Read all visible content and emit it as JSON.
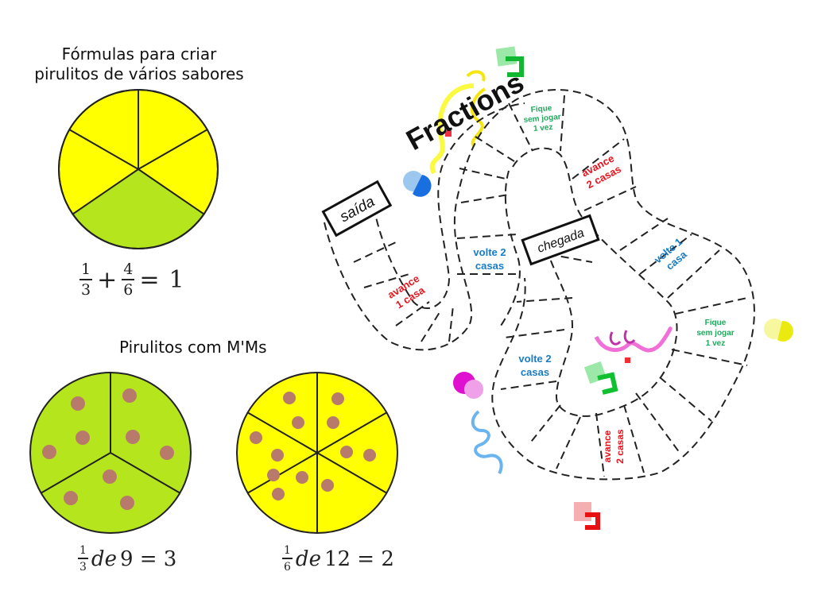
{
  "left": {
    "heading_top": {
      "line1": "Fórmulas para criar",
      "line2": "pirulitos de vários sabores"
    },
    "equation_top": {
      "f1_num": "1",
      "f1_den": "3",
      "plus": "+",
      "f2_num": "4",
      "f2_den": "6",
      "equals": "=",
      "result": "1"
    },
    "heading_bottom": "Pirulitos com M'Ms",
    "eq_left": {
      "num": "1",
      "den": "3",
      "de": "de",
      "rest": "9 = 3"
    },
    "eq_right": {
      "num": "1",
      "den": "6",
      "de": "de",
      "rest": "12 = 2"
    }
  },
  "board": {
    "title": "Fractions",
    "start": "saída",
    "finish": "chegada",
    "avance1": [
      "avance",
      "1 casa"
    ],
    "volte2a": [
      "volte 2",
      "casas"
    ],
    "fique_top": [
      "Fique",
      "sem jogar",
      "1 vez"
    ],
    "avance2_top": [
      "avance",
      "2 casas"
    ],
    "volte1": [
      "volte 1",
      "casa"
    ],
    "fique_right": [
      "Fique",
      "sem jogar",
      "1 vez"
    ],
    "volte2b": [
      "volte 2",
      "casas"
    ],
    "avance2_bottom": [
      "avance",
      "2 casas"
    ]
  },
  "colors": {
    "yellow": "#ffff00",
    "green": "#b5e61d",
    "candy": "#b87a6a",
    "red_text": "#e8141d",
    "blue_text": "#1a7cc4",
    "green_text": "#1caa5c"
  }
}
